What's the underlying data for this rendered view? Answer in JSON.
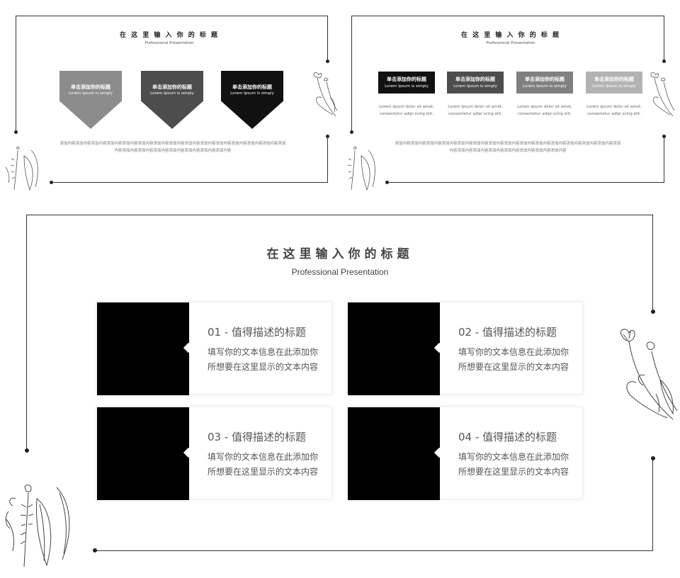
{
  "slide1": {
    "title": "在 这 里 输 入 你 的 标 题",
    "subtitle": "Professional Presentation",
    "shields": [
      {
        "title": "单击添加你的标题",
        "sub": "Lorem Ipsum is simply",
        "color": "#8c8c8c"
      },
      {
        "title": "单击添加你的标题",
        "sub": "Lorem Ipsum is simply",
        "color": "#4d4d4d"
      },
      {
        "title": "单击添加你的标题",
        "sub": "Lorem Ipsum is simply",
        "color": "#111111"
      }
    ],
    "paragraph": "添加内容添加内容添加内容添加内容添加内容添加内容添加内容添加内容添加内容添加内容添加内容添加内容添加内容添加内容添加内容添加内容添加内容添加内容添加内容添加内容添加内容添加内容"
  },
  "slide2": {
    "title": "在 这 里 输 入 你 的 标 题",
    "subtitle": "Professional Presentation",
    "tabs": [
      {
        "title": "单击添加你的标题",
        "sub": "Lorem Ipsum is simply",
        "color": "#111111",
        "desc": "Lorem ipsum dolor sit amet, consectetur adipi scing elit."
      },
      {
        "title": "单击添加你的标题",
        "sub": "Lorem Ipsum is simply",
        "color": "#4d4d4d",
        "desc": "Lorem ipsum dolor sit amet, consectetur adipi scing elit."
      },
      {
        "title": "单击添加你的标题",
        "sub": "Lorem Ipsum is simply",
        "color": "#808080",
        "desc": "Lorem ipsum dolor sit amet, consectetur adipi scing elit."
      },
      {
        "title": "单击添加你的标题",
        "sub": "Lorem Ipsum is simply",
        "color": "#b3b3b3",
        "desc": "Lorem ipsum dolor sit amet, consectetur adipi scing elit."
      }
    ],
    "paragraph": "添加内容添加内容添加内容添加内容添加内容添加内容添加内容添加内容添加内容添加内容添加内容添加内容添加内容添加内容添加内容添加内容添加内容添加内容添加内容添加内容添加内容添加内容"
  },
  "slide3": {
    "title": "在这里输入你的标题",
    "subtitle": "Professional Presentation",
    "cards": [
      {
        "heading": "01 - 值得描述的标题",
        "body": "填写你的文本信息在此添加你所想要在这里显示的文本内容"
      },
      {
        "heading": "02 - 值得描述的标题",
        "body": "填写你的文本信息在此添加你所想要在这里显示的文本内容"
      },
      {
        "heading": "03 - 值得描述的标题",
        "body": "填写你的文本信息在此添加你所想要在这里显示的文本内容"
      },
      {
        "heading": "04 - 值得描述的标题",
        "body": "填写你的文本信息在此添加你所想要在这里显示的文本内容"
      }
    ]
  },
  "icons": {
    "flower": "tulip-sketch-icon",
    "branch": "leaf-branch-sketch-icon"
  }
}
